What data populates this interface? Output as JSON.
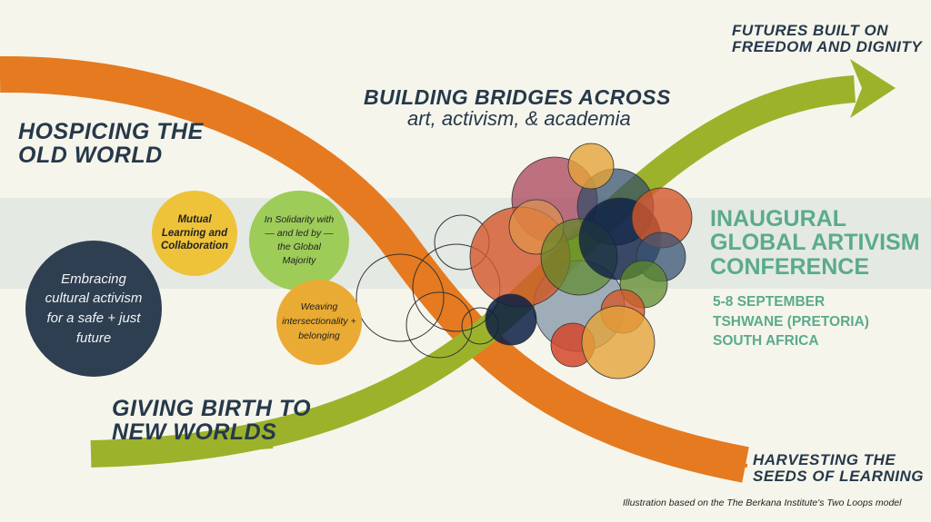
{
  "headings": {
    "hospicing": [
      "HOSPICING THE",
      "OLD WORLD"
    ],
    "bridges_title": "BUILDING BRIDGES ACROSS",
    "bridges_sub": "art, activism, & academia",
    "futures": [
      "FUTURES BUILT ON",
      "FREEDOM AND DIGNITY"
    ],
    "birth": [
      "GIVING BIRTH TO",
      "NEW WORLDS"
    ],
    "harvesting": [
      "HARVESTING THE",
      "SEEDS OF LEARNING"
    ]
  },
  "conference": {
    "title": [
      "INAUGURAL",
      "GLOBAL ARTIVISM",
      "CONFERENCE"
    ],
    "details": [
      "5-8 SEPTEMBER",
      "TSHWANE (PRETORIA)",
      "SOUTH AFRICA"
    ]
  },
  "themes": {
    "embracing": "Embracing cultural activism for a safe + just future",
    "mutual": "Mutual Learning and Collaboration",
    "solidarity": "In Solidarity with — and led by — the Global Majority",
    "weaving": "Weaving intersectionality + belonging"
  },
  "credit": "Illustration based on the The Berkana Institute's Two Loops model",
  "colors": {
    "orange": "#e57a20",
    "green": "#9cb22b",
    "navy": "#2e3f52",
    "teal": "#5aab8c",
    "background": "#f6f5ec"
  }
}
